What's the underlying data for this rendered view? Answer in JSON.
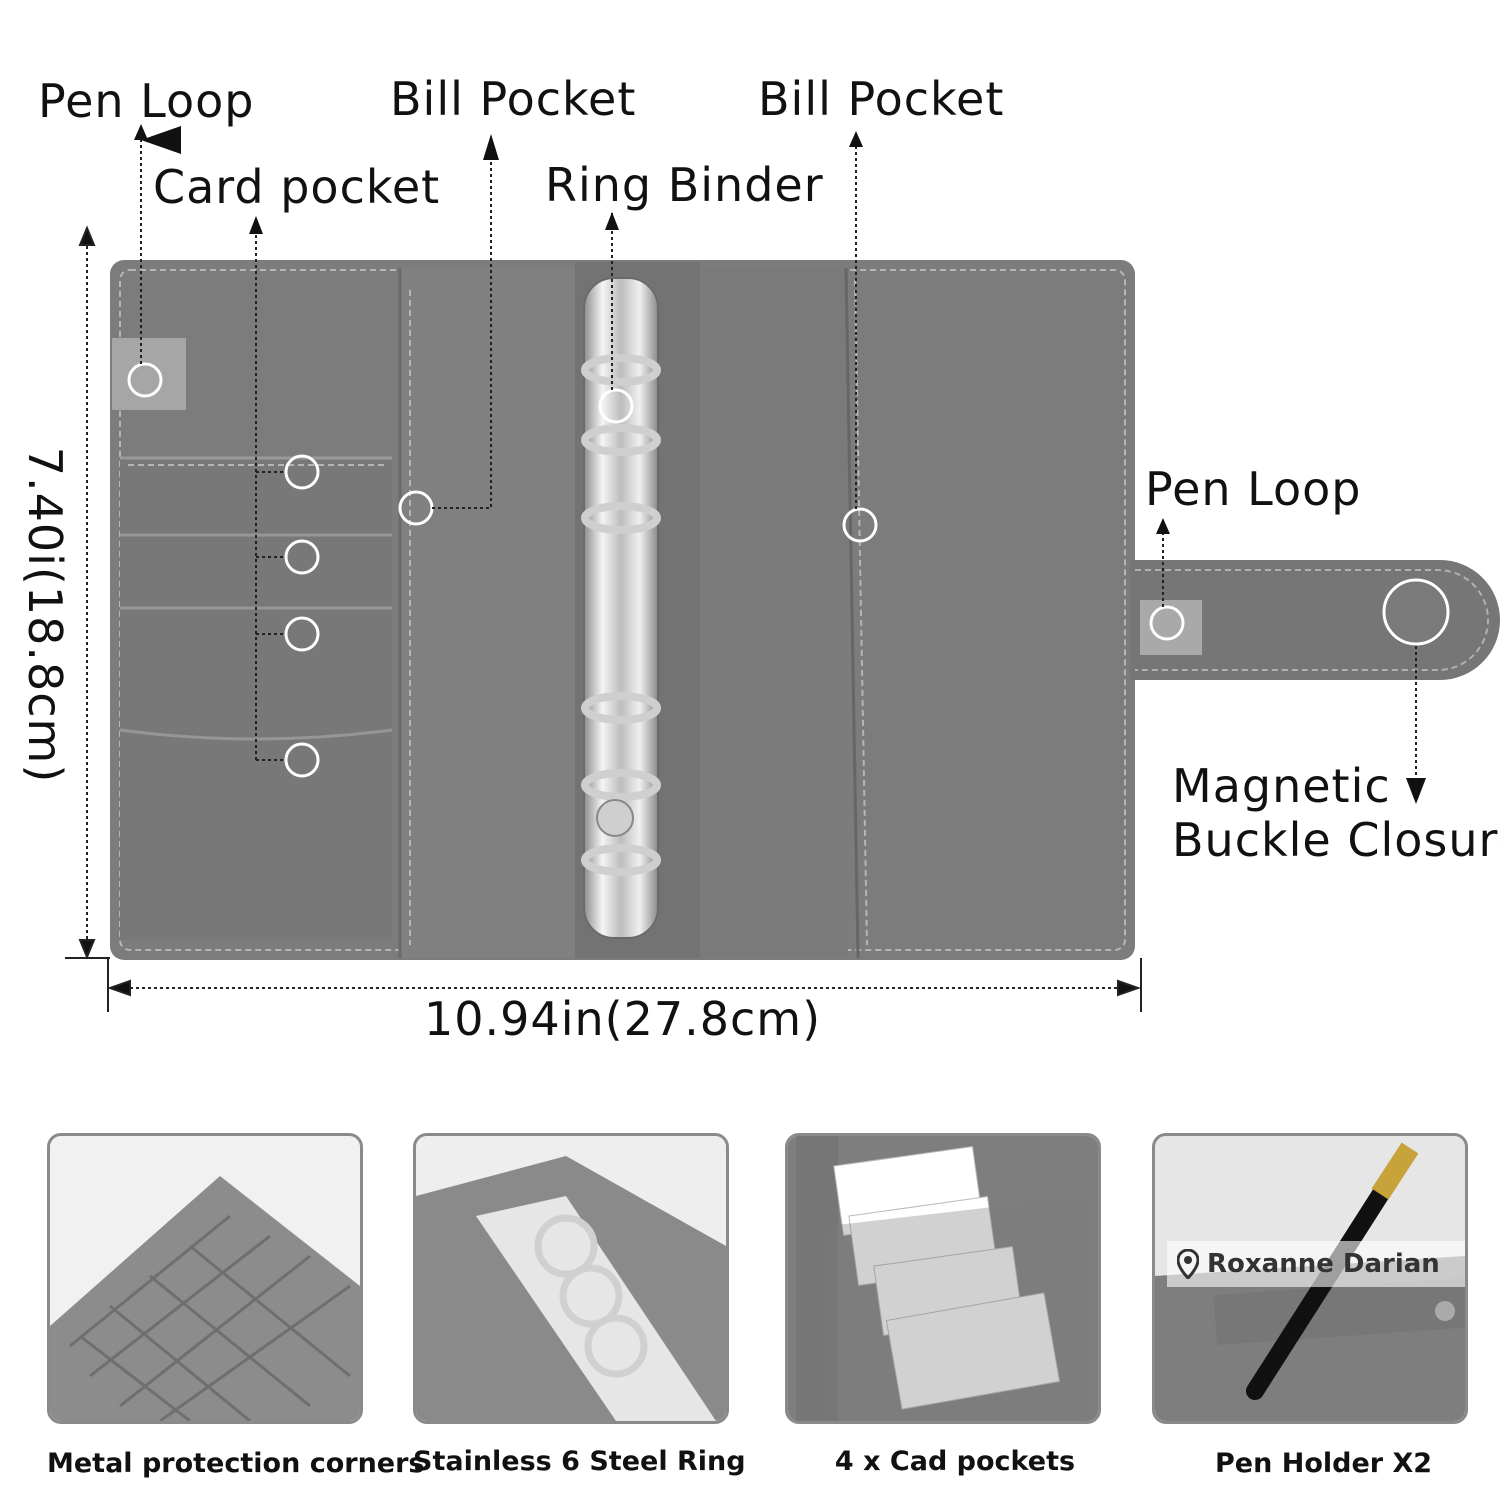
{
  "labels": {
    "pen_loop_left": "Pen Loop",
    "card_pocket": "Card pocket",
    "bill_pocket_1": "Bill Pocket",
    "ring_binder": "Ring Binder",
    "bill_pocket_2": "Bill Pocket",
    "pen_loop_right": "Pen Loop",
    "magnetic_line1": "Magnetic",
    "magnetic_line2": "Buckle Closure"
  },
  "dimensions": {
    "height": "7.40i(18.8cm)",
    "width": "10.94in(27.8cm)"
  },
  "thumbnails": [
    {
      "caption": "Metal protection corners"
    },
    {
      "caption": "Stainless 6 Steel Ring"
    },
    {
      "caption": "4 x Cad pockets"
    },
    {
      "caption": "Pen Holder X2"
    }
  ],
  "watermark": "Roxanne Darian",
  "colors": {
    "leather": "#7c7c7c",
    "leather_dark": "#6e6e6e",
    "stitch": "#b5b5b5",
    "ring_metal": "#d9d9d9"
  }
}
